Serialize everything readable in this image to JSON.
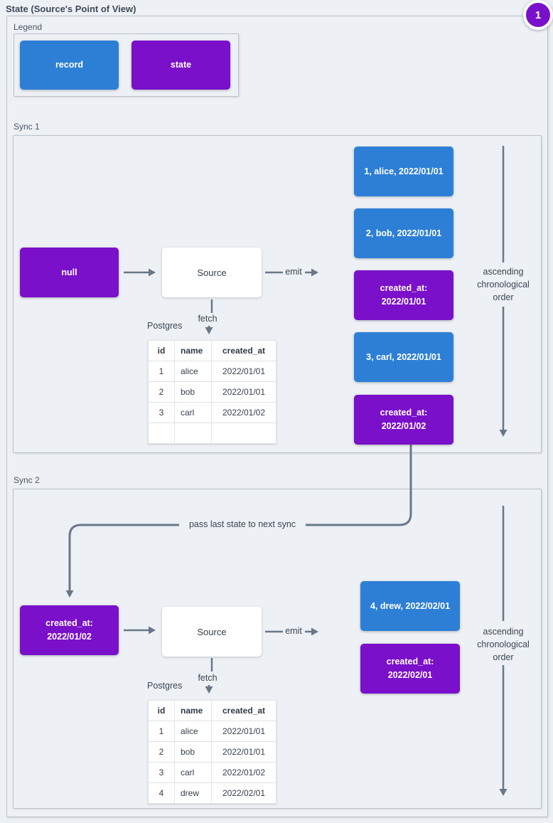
{
  "title": "State (Source's Point of View)",
  "badge": "1",
  "legend": {
    "label": "Legend",
    "record": "record",
    "state": "state"
  },
  "labels": {
    "source": "Source",
    "emit": "emit",
    "fetch": "fetch",
    "postgres": "Postgres",
    "order": "ascending chronological order",
    "pass_state": "pass last state to next sync"
  },
  "sync1": {
    "label": "Sync 1",
    "input_state": "null",
    "emitted": [
      {
        "type": "record",
        "text": "1, alice, 2022/01/01"
      },
      {
        "type": "record",
        "text": "2, bob, 2022/01/01"
      },
      {
        "type": "state",
        "line1": "created_at:",
        "line2": "2022/01/01"
      },
      {
        "type": "record",
        "text": "3, carl, 2022/01/01"
      },
      {
        "type": "state",
        "line1": "created_at:",
        "line2": "2022/01/02"
      }
    ],
    "table": {
      "headers": [
        "id",
        "name",
        "created_at"
      ],
      "rows": [
        [
          "1",
          "alice",
          "2022/01/01"
        ],
        [
          "2",
          "bob",
          "2022/01/01"
        ],
        [
          "3",
          "carl",
          "2022/01/02"
        ],
        [
          "",
          "",
          ""
        ]
      ]
    }
  },
  "sync2": {
    "label": "Sync 2",
    "input_state_line1": "created_at:",
    "input_state_line2": "2022/01/02",
    "emitted": [
      {
        "type": "record",
        "text": "4, drew, 2022/02/01"
      },
      {
        "type": "state",
        "line1": "created_at:",
        "line2": "2022/02/01"
      }
    ],
    "table": {
      "headers": [
        "id",
        "name",
        "created_at"
      ],
      "rows": [
        [
          "1",
          "alice",
          "2022/01/01"
        ],
        [
          "2",
          "bob",
          "2022/01/01"
        ],
        [
          "3",
          "carl",
          "2022/01/02"
        ],
        [
          "4",
          "drew",
          "2022/02/01"
        ]
      ]
    }
  },
  "colors": {
    "record_blue": "#2d7fd6",
    "state_purple": "#7a10c9",
    "arrow_gray": "#68788a",
    "background": "#edf0f4"
  }
}
